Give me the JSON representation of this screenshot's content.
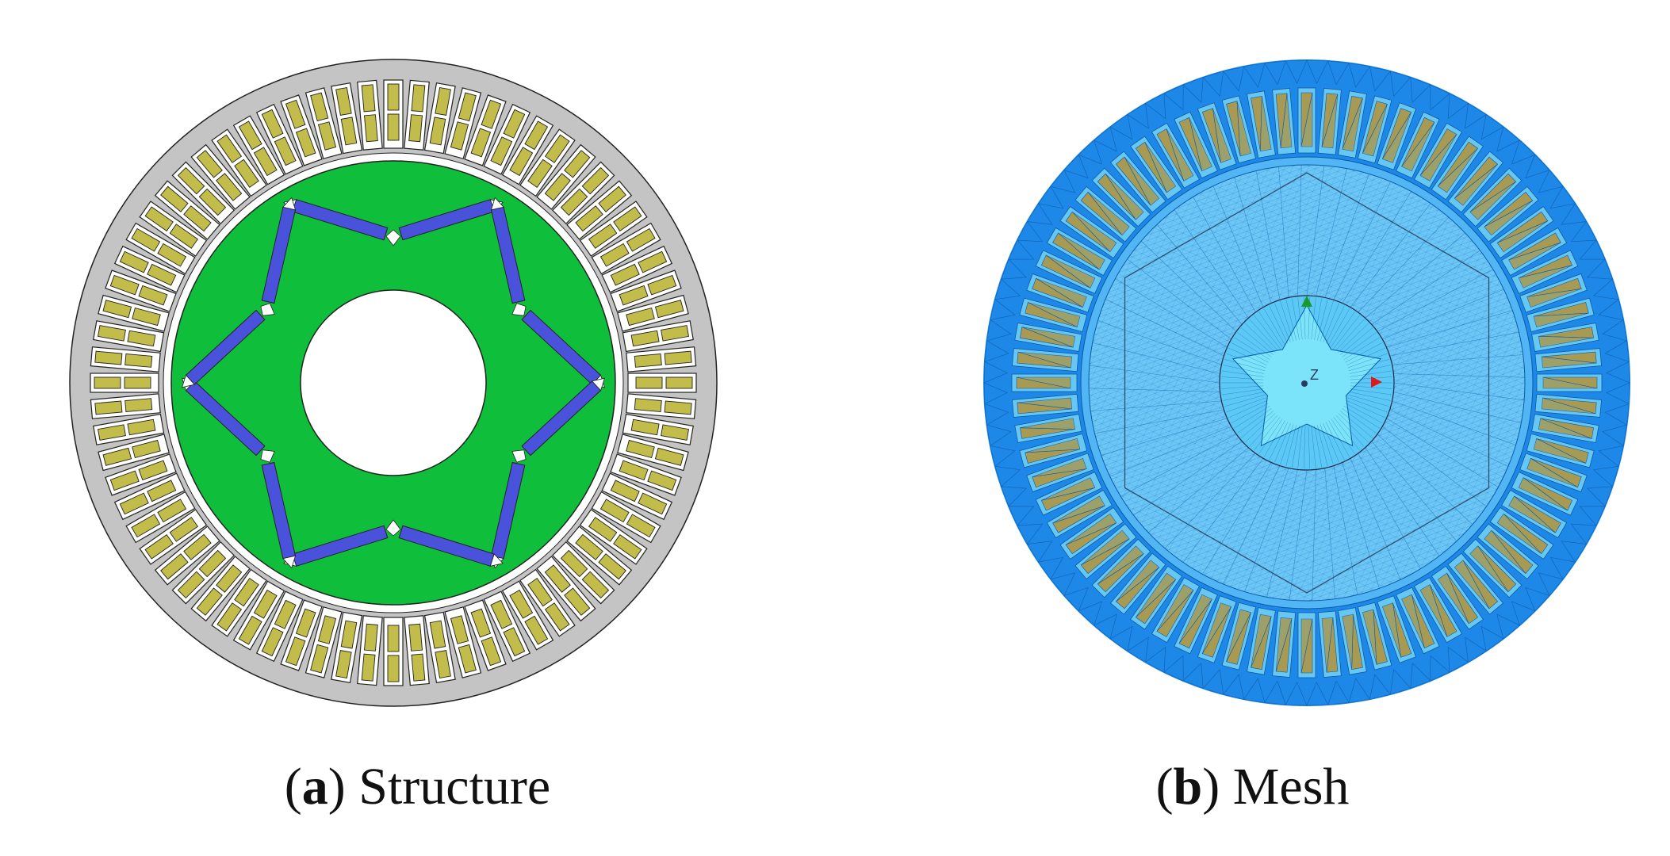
{
  "panels": [
    {
      "letter": "a",
      "title": "Structure",
      "colors": {
        "stator": "#c4c4c4",
        "rotor": "#0fbf3c",
        "winding": "#c2bc4a",
        "magnet": "#4a52dc",
        "slot": "#ffffff",
        "outline": "#222222"
      }
    },
    {
      "letter": "b",
      "title": "Mesh",
      "colors": {
        "stator": "#1e88e8",
        "airgap": "#52b6f4",
        "rotor": "#6cc6f6",
        "shaft": "#7ce4fa",
        "winding": "#a89a52",
        "mesh_line": "#0a5aa8"
      },
      "axes": {
        "z_label": "Z",
        "y_color": "#1a9a2a",
        "x_color": "#e01818"
      }
    }
  ],
  "stator_slot_count": 72,
  "magnet_pole_count": 6
}
